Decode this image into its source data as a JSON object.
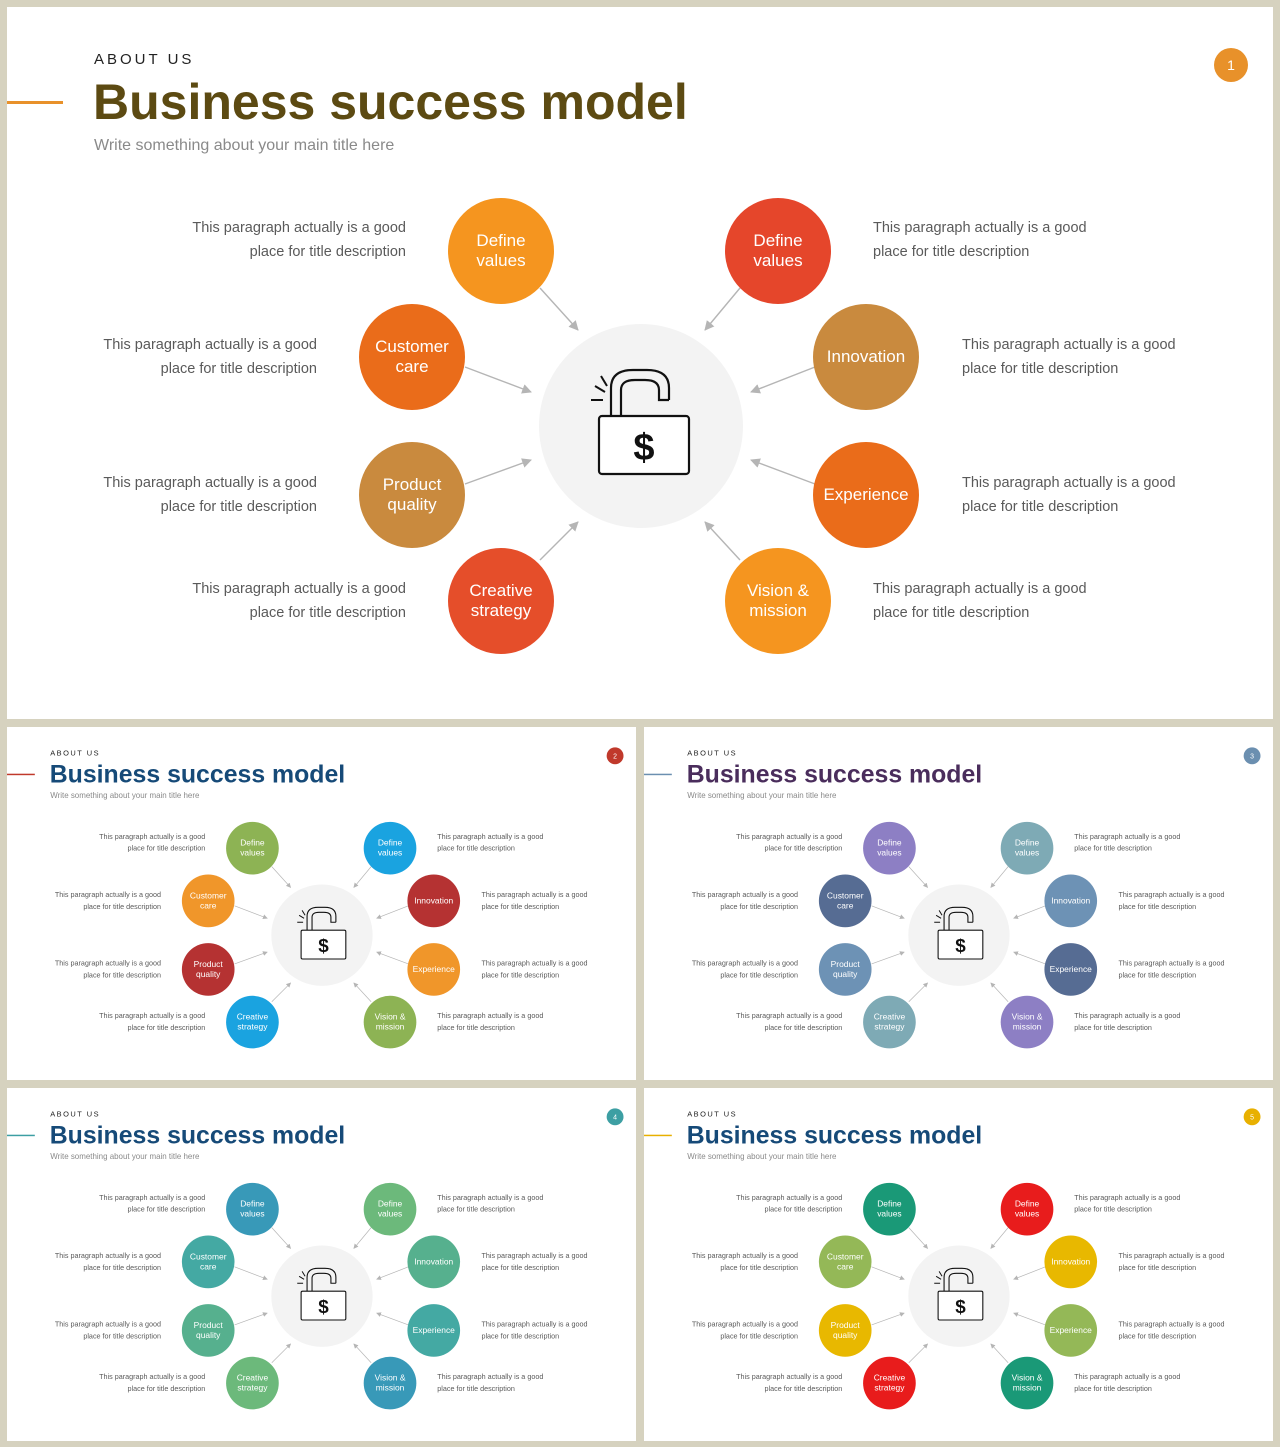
{
  "eyebrow": "ABOUT US",
  "title": "Business success model",
  "subtitle": "Write something about your main title here",
  "description": "This paragraph actually is a good place for title description",
  "hub_icon": "unlocked-padlock-dollar-icon",
  "nodes": [
    "Define values",
    "Customer care",
    "Product quality",
    "Creative strategy",
    "Define values",
    "Innovation",
    "Experience",
    "Vision & mission"
  ],
  "slides": [
    {
      "page": "1",
      "title_color": "#5c4a12",
      "accent": "#e8912a",
      "colors": [
        "#f5951f",
        "#ea6c1a",
        "#c98a3e",
        "#e54e2a",
        "#e5462b",
        "#c98a3e",
        "#ea6c1a",
        "#f5951f"
      ]
    },
    {
      "page": "2",
      "title_color": "#164a78",
      "accent": "#c0392b",
      "colors": [
        "#8db354",
        "#f0962a",
        "#b53232",
        "#1aa3e0",
        "#1aa3e0",
        "#b53232",
        "#f0962a",
        "#8db354"
      ]
    },
    {
      "page": "3",
      "title_color": "#4a2d5c",
      "accent": "#6b8fb0",
      "colors": [
        "#8d7fc4",
        "#566c93",
        "#6d92b5",
        "#7eaab5",
        "#7eaab5",
        "#6d92b5",
        "#566c93",
        "#8d7fc4"
      ]
    },
    {
      "page": "4",
      "title_color": "#164a78",
      "accent": "#3d9fa3",
      "colors": [
        "#3899b8",
        "#44a9a3",
        "#56b08e",
        "#6cb97b",
        "#6cb97b",
        "#56b08e",
        "#44a9a3",
        "#3899b8"
      ]
    },
    {
      "page": "5",
      "title_color": "#164a78",
      "accent": "#e8b000",
      "colors": [
        "#1a9977",
        "#94b857",
        "#e8b800",
        "#e81c1c",
        "#e81c1c",
        "#e8b800",
        "#94b857",
        "#1a9977"
      ]
    }
  ]
}
